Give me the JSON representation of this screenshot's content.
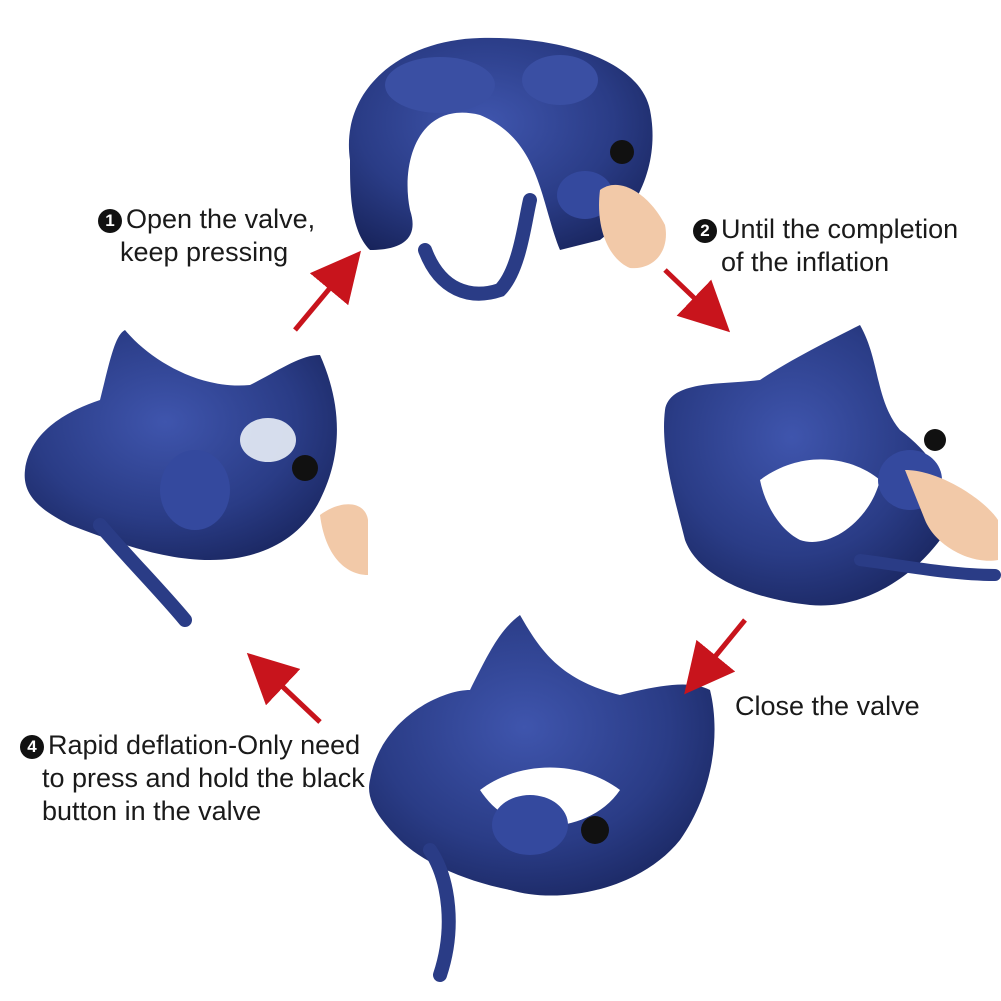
{
  "steps": [
    {
      "number": "1",
      "line1": "Open the valve,",
      "line2": "keep pressing"
    },
    {
      "number": "2",
      "line1": "Until the completion",
      "line2": "of the inflation"
    },
    {
      "number": "",
      "line1": "Close the valve",
      "line2": ""
    },
    {
      "number": "4",
      "line1": "Rapid deflation-Only need",
      "line2": "to press and hold the black",
      "line3": "button in the valve"
    }
  ],
  "colors": {
    "pillow": "#2a3c86",
    "pillow_dark": "#1c2a66",
    "pillow_light": "#3d52a8",
    "arrow": "#c8141c",
    "skin": "#f2c9a8",
    "valve": "#111111"
  }
}
